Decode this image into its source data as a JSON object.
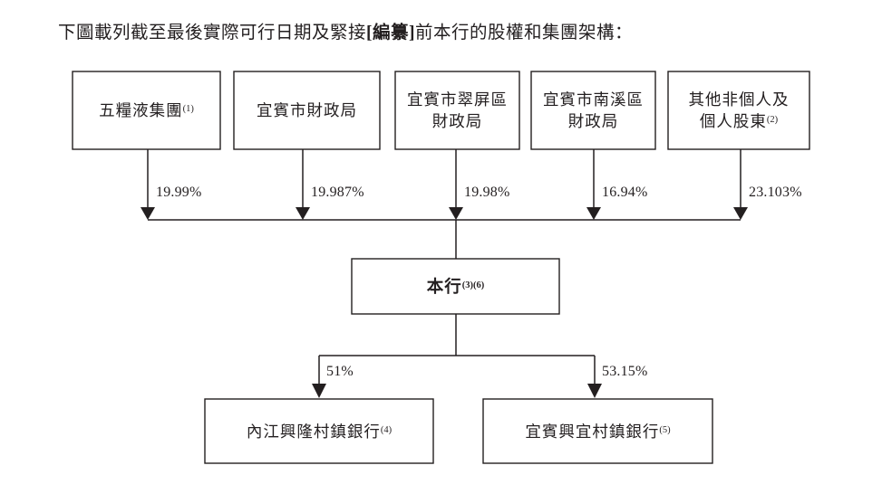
{
  "caption": {
    "lead": "下圖載列截至最後實際可行日期及緊接",
    "bracketed": "[編纂]",
    "tail": "前本行的股權和集團架構："
  },
  "colors": {
    "ink": "#231f20",
    "box_fill": "#ffffff",
    "line": "#231f20"
  },
  "chart_data": {
    "type": "diagram",
    "title": "下圖載列截至最後實際可行日期及緊接[編纂]前本行的股權和集團架構：",
    "shareholders": [
      {
        "id": "wuliangye",
        "label": "五糧液集團",
        "footnote": "(1)",
        "percent": "19.99%",
        "value": 19.99
      },
      {
        "id": "yibin-finance",
        "label": "宜賓市財政局",
        "footnote": "",
        "percent": "19.987%",
        "value": 19.987
      },
      {
        "id": "cuiping-finance",
        "label_line1": "宜賓市翠屏區",
        "label_line2": "財政局",
        "footnote": "",
        "percent": "19.98%",
        "value": 19.98
      },
      {
        "id": "nanxi-finance",
        "label_line1": "宜賓市南溪區",
        "label_line2": "財政局",
        "footnote": "",
        "percent": "16.94%",
        "value": 16.94
      },
      {
        "id": "other-holders",
        "label_line1": "其他非個人及",
        "label_line2": "個人股東",
        "footnote": "(2)",
        "percent": "23.103%",
        "value": 23.103
      }
    ],
    "center": {
      "id": "the-bank",
      "label": "本行",
      "footnote": "(3)(6)"
    },
    "subsidiaries": [
      {
        "id": "neijiang-xinglong",
        "label": "內江興隆村鎮銀行",
        "footnote": "(4)",
        "percent": "51%",
        "value": 51
      },
      {
        "id": "yibin-xingyi",
        "label": "宜賓興宜村鎮銀行",
        "footnote": "(5)",
        "percent": "53.15%",
        "value": 53.15
      }
    ]
  }
}
